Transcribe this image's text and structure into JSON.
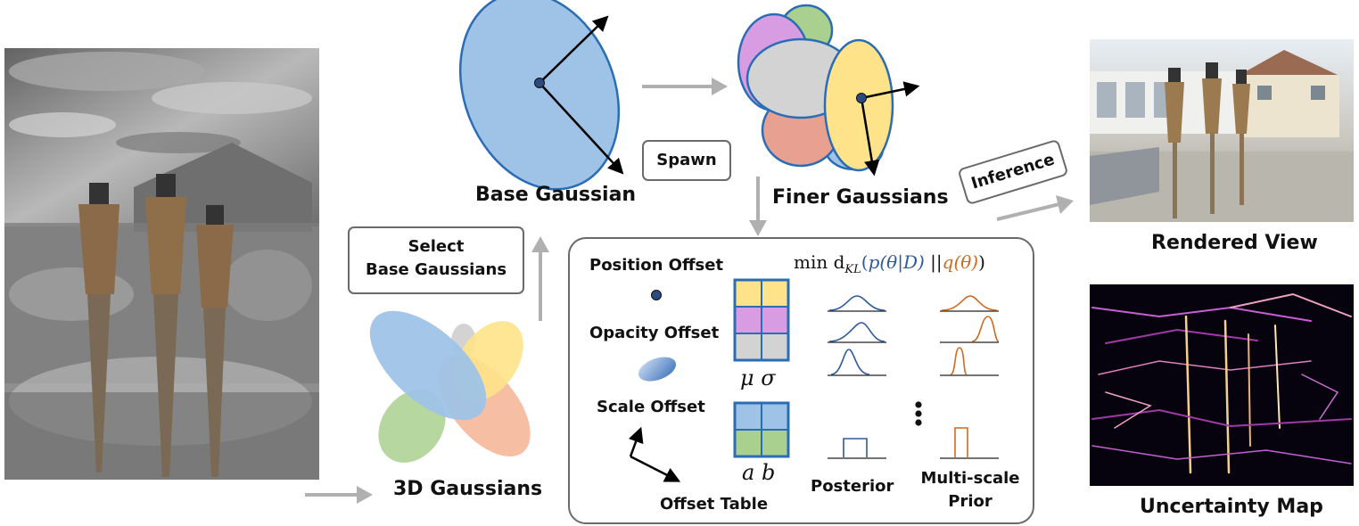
{
  "labels": {
    "base_gaussian": "Base Gaussian",
    "finer_gaussians": "Finer Gaussians",
    "spawn": "Spawn",
    "inference": "Inference",
    "rendered_view": "Rendered View",
    "uncertainty_map": "Uncertainty Map",
    "select_line1": "Select",
    "select_line2": "Base Gaussians",
    "three_d_gaussians": "3D Gaussians",
    "position_offset": "Position Offset",
    "opacity_offset": "Opacity Offset",
    "scale_offset": "Scale Offset",
    "offset_table": "Offset Table",
    "posterior": "Posterior",
    "multiscale_line1": "Multi-scale",
    "multiscale_line2": "Prior",
    "mu_sigma": "μ  σ",
    "a_b": "a  b"
  },
  "formula": {
    "prefix": "min d",
    "subscript": "KL",
    "open": "(",
    "posterior": "p(θ|D)",
    "sep": " ||",
    "prior": "q(θ)",
    "close": ")"
  },
  "colors": {
    "blue": "#9fc3e7",
    "blue_stroke": "#2a6db5",
    "yellow": "#ffe38a",
    "purple": "#d79ce2",
    "gray": "#d3d3d3",
    "green": "#a9d08e",
    "salmon": "#e8a090",
    "peach": "#f5b393",
    "posterior_curve": "#2e5a9c",
    "prior_curve": "#d2691e",
    "arrow_gray": "#b0b0b0"
  }
}
